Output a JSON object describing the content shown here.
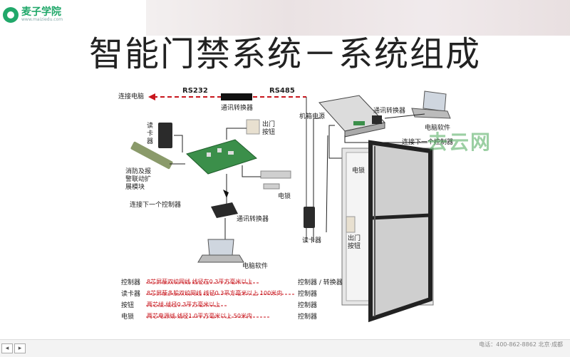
{
  "header": {
    "brand_name": "麦子学院",
    "brand_url": "www.maiziedu.com"
  },
  "title": "智能门禁系统－系统组成",
  "top_bus": {
    "left_label": "连接电脑",
    "rs232": "RS232",
    "rs485": "RS485",
    "converter": "通讯转换器"
  },
  "left_diagram": {
    "reader": "读卡器",
    "exit_button": "出门按钮",
    "fire_module": "消防及报警联动扩展模块",
    "lock": "电锁",
    "next_controller": "连接下一个控制器",
    "converter": "通讯转换器",
    "pc_software": "电脑软件"
  },
  "right_diagram": {
    "cabinet_power": "机箱电源",
    "converter": "通讯转换器",
    "pc_software": "电脑软件",
    "next_controller": "连接下一个控制器",
    "lock": "电锁",
    "reader": "读卡器",
    "exit_button": "出门按钮"
  },
  "legend": [
    {
      "from": "控制器",
      "desc": "8芯屏蔽双绞网线  线径在0.3平方毫米以上",
      "to": "控制器 / 转换器"
    },
    {
      "from": "读卡器",
      "desc": "8芯屏蔽多股双绞网线  线径0.3平方毫米以上 100米内",
      "to": "控制器"
    },
    {
      "from": "按钮",
      "desc": "两芯线  线径0.3平方毫米以上",
      "to": "控制器"
    },
    {
      "from": "电锁",
      "desc": "两芯电源线  线径1.0平方毫米以上  50米内",
      "to": "控制器"
    }
  ],
  "watermark": "去云网",
  "footer": {
    "contact": "电话：400-862-8862    北京·成都"
  },
  "colors": {
    "brand": "#21a86a",
    "bus_red": "#c8161d",
    "door_frame": "#333333"
  }
}
